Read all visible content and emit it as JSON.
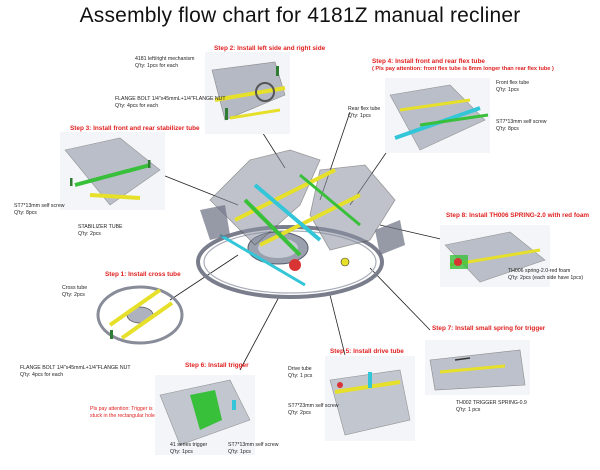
{
  "title": "Assembly flow chart for 4181Z manual recliner",
  "steps": {
    "s1": {
      "heading": "Step 1: Install cross tube",
      "notes": [
        "Cross tube",
        "Q'ty: 2pcs"
      ],
      "bolt": [
        "FLANGE BOLT 1/4\"x45mmL+1/4\"FLANGE NUT",
        "Q'ty: 4pcs for each"
      ]
    },
    "s2": {
      "heading": "Step 2: Install left side and right side",
      "notes1": [
        "4181 left/right mechanism",
        "Q'ty: 1pcs for each"
      ],
      "notes2": [
        "FLANGE BOLT 1/4\"x45mmL+1/4\"FLANGE NUT",
        "Q'ty: 4pcs for each"
      ]
    },
    "s3": {
      "heading": "Step 3: Install front and rear stabilizer tube",
      "screw": [
        "ST7*13mm self screw",
        "Q'ty: 8pcs"
      ],
      "tube": [
        "STABILIZER TUBE",
        "Q'ty: 2pcs"
      ]
    },
    "s4": {
      "heading": "Step 4: Install front and rear flex tube",
      "sub": "( Pls pay attention: front flex tube is 8mm longer than rear flex tube )",
      "rear": [
        "Rear flex tube",
        "Q'ty: 1pcs"
      ],
      "front": [
        "Front flex tube",
        "Q'ty: 1pcs"
      ],
      "screw": [
        "ST7*13mm self screw",
        "Q'ty: 8pcs"
      ]
    },
    "s5": {
      "heading": "Step 5: Install drive tube",
      "tube": [
        "Drive tube",
        "Q'ty: 1 pcs"
      ],
      "screw": [
        "ST7*23mm self screw",
        "Q'ty: 2pcs"
      ]
    },
    "s6": {
      "heading": "Step 6: Install trigger",
      "attention": [
        "Pls pay attention: Trigger is",
        "stuck in the rectangular hole"
      ],
      "trigger": [
        "41 series trigger",
        "Q'ty: 1pcs"
      ],
      "screw": [
        "ST7*13mm self screw",
        "Q'ty: 1pcs"
      ]
    },
    "s7": {
      "heading": "Step 7: Install small spring for trigger",
      "spring": [
        "TH002 TRIGGER SPRING-0.9",
        "Q'ty: 1 pcs"
      ]
    },
    "s8": {
      "heading": "Step 8: Install TH006 SPRING-2.0 with red foam",
      "spring": [
        "TH006 spring-2.0-red foam",
        "Q'ty: 2pcs (each side have 1pcs)"
      ]
    }
  },
  "colors": {
    "step": "#e02020",
    "tube_yellow": "#e6e02a",
    "tube_green": "#38c03a",
    "tube_cyan": "#33c6d8",
    "frame": "#6a6e80"
  }
}
